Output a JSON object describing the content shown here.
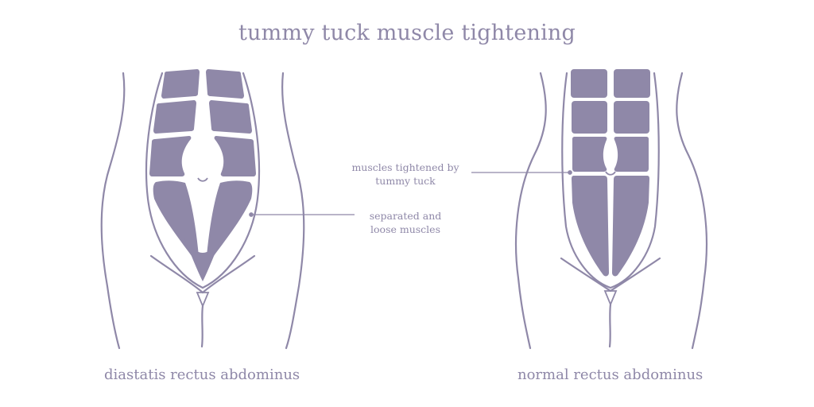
{
  "diagram": {
    "title": "tummy tuck muscle tightening",
    "callouts": {
      "tightened_line1": "muscles tightened by",
      "tightened_line2": "tummy tuck",
      "separated_line1": "separated and",
      "separated_line2": "loose muscles"
    },
    "captions": {
      "left": "diastatis rectus abdominus",
      "right": "normal rectus abdominus"
    },
    "colors": {
      "text": "#8f88a8",
      "muscle": "#8f88a8",
      "outline": "#8f88a8",
      "background": "#ffffff"
    }
  }
}
